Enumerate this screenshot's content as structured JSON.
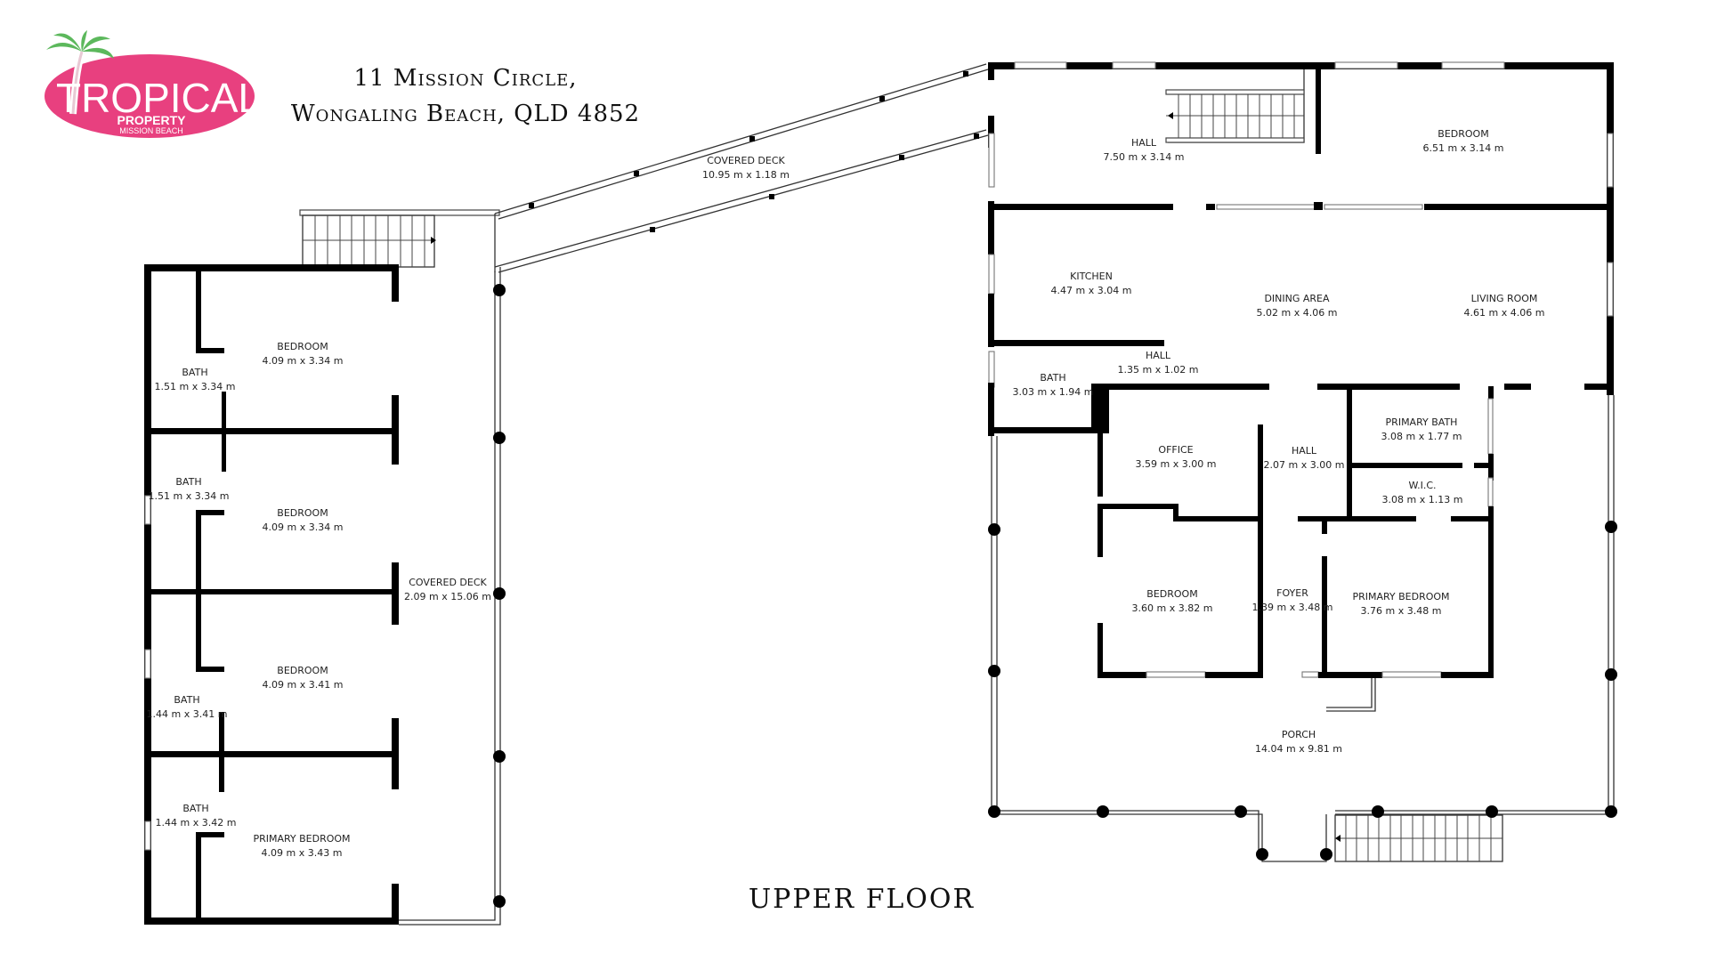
{
  "brand": {
    "logo_main": "TROPICAL",
    "logo_sub": "PROPERTY",
    "logo_tagline": "MISSION BEACH",
    "colors": {
      "pink": "#e8407f",
      "palm_green": "#5cb85c",
      "wall": "#000000"
    }
  },
  "address": {
    "line1": "11  Mission Circle,",
    "line2": "Wongaling Beach, QLD 4852"
  },
  "floor_title": "UPPER FLOOR",
  "rooms": {
    "left_bedroom_1": {
      "name": "BEDROOM",
      "dims": "4.09 m x 3.34 m"
    },
    "left_bath_1": {
      "name": "BATH",
      "dims": "1.51 m x 3.34 m"
    },
    "left_bedroom_2": {
      "name": "BEDROOM",
      "dims": "4.09 m x 3.34 m"
    },
    "left_bath_2": {
      "name": "BATH",
      "dims": "1.51 m x 3.34 m"
    },
    "left_bedroom_3": {
      "name": "BEDROOM",
      "dims": "4.09 m x 3.41 m"
    },
    "left_bath_3": {
      "name": "BATH",
      "dims": "1.44 m x 3.41 m"
    },
    "left_primary_bedroom": {
      "name": "PRIMARY BEDROOM",
      "dims": "4.09 m x 3.43 m"
    },
    "left_bath_4": {
      "name": "BATH",
      "dims": "1.44 m x 3.42 m"
    },
    "covered_deck_side": {
      "name": "COVERED DECK",
      "dims": "2.09 m x 15.06 m"
    },
    "covered_deck_bridge": {
      "name": "COVERED DECK",
      "dims": "10.95 m x 1.18 m"
    },
    "hall_upper": {
      "name": "HALL",
      "dims": "7.50 m x 3.14 m"
    },
    "bedroom_upper": {
      "name": "BEDROOM",
      "dims": "6.51 m x 3.14 m"
    },
    "kitchen": {
      "name": "KITCHEN",
      "dims": "4.47 m x 3.04 m"
    },
    "dining_area": {
      "name": "DINING AREA",
      "dims": "5.02 m x 4.06 m"
    },
    "living_room": {
      "name": "LIVING ROOM",
      "dims": "4.61 m x 4.06 m"
    },
    "hall_small": {
      "name": "HALL",
      "dims": "1.35 m x 1.02 m"
    },
    "bath_main": {
      "name": "BATH",
      "dims": "3.03 m x 1.94 m"
    },
    "office": {
      "name": "OFFICE",
      "dims": "3.59 m x 3.00 m"
    },
    "hall_mid": {
      "name": "HALL",
      "dims": "2.07 m x 3.00 m"
    },
    "primary_bath": {
      "name": "PRIMARY BATH",
      "dims": "3.08 m x 1.77 m"
    },
    "wic": {
      "name": "W.I.C.",
      "dims": "3.08 m x 1.13 m"
    },
    "bedroom_main": {
      "name": "BEDROOM",
      "dims": "3.60 m x 3.82 m"
    },
    "foyer": {
      "name": "FOYER",
      "dims": "1.39 m x 3.48 m"
    },
    "primary_bedroom_main": {
      "name": "PRIMARY BEDROOM",
      "dims": "3.76 m x 3.48 m"
    },
    "porch": {
      "name": "PORCH",
      "dims": "14.04 m x 9.81 m"
    }
  }
}
